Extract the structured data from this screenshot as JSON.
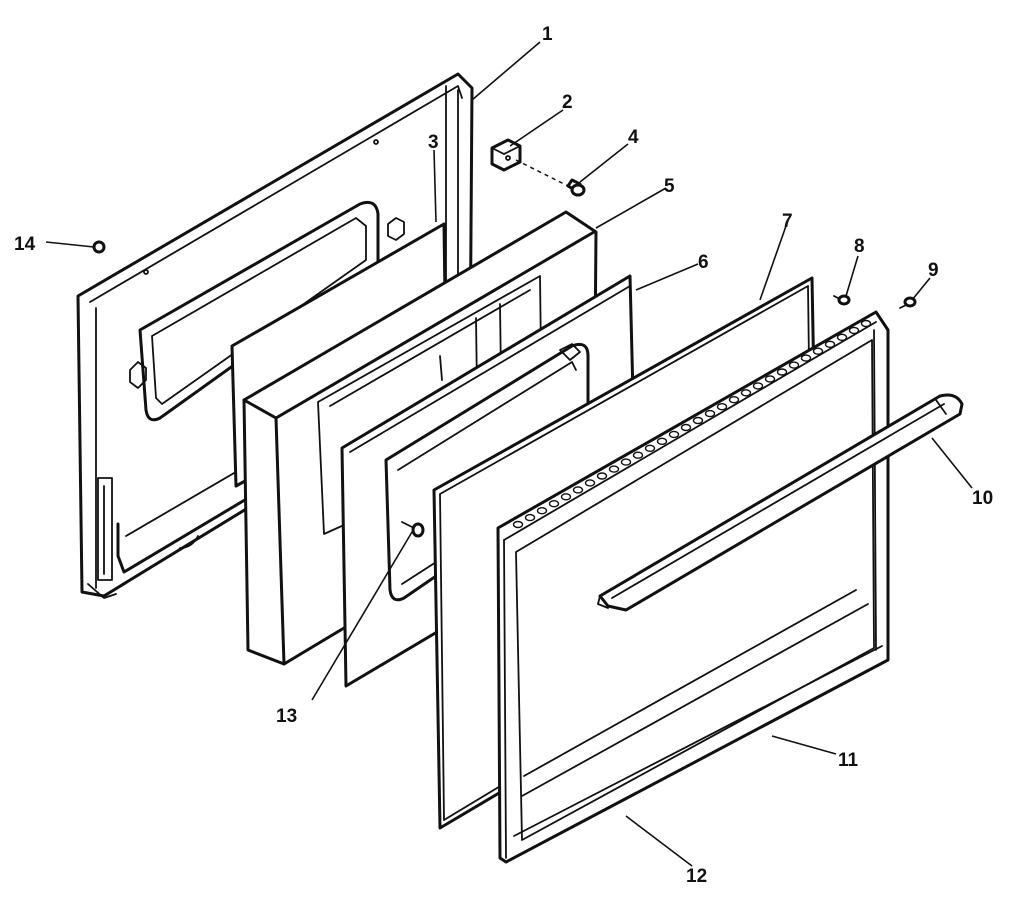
{
  "diagram": {
    "callouts": [
      {
        "id": "1",
        "label": "1"
      },
      {
        "id": "2",
        "label": "2"
      },
      {
        "id": "3",
        "label": "3"
      },
      {
        "id": "4",
        "label": "4"
      },
      {
        "id": "5",
        "label": "5"
      },
      {
        "id": "6",
        "label": "6"
      },
      {
        "id": "7",
        "label": "7"
      },
      {
        "id": "8",
        "label": "8"
      },
      {
        "id": "9",
        "label": "9"
      },
      {
        "id": "10",
        "label": "10"
      },
      {
        "id": "11",
        "label": "11"
      },
      {
        "id": "12",
        "label": "12"
      },
      {
        "id": "13",
        "label": "13"
      },
      {
        "id": "14",
        "label": "14"
      }
    ],
    "line_color": "#111111",
    "background": "#ffffff"
  }
}
